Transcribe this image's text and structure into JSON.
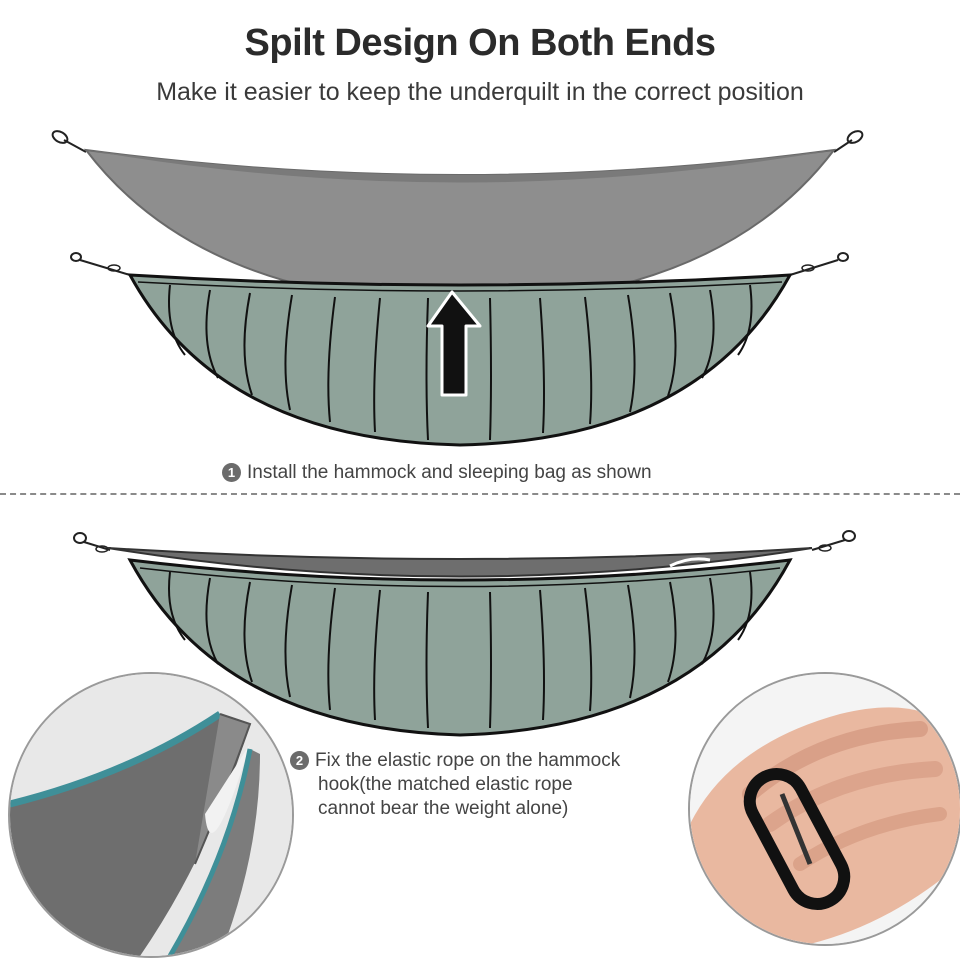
{
  "header": {
    "title": "Spilt Design On Both Ends",
    "subtitle": "Make it easier to keep the underquilt in the correct position"
  },
  "steps": [
    {
      "number": "1",
      "text": "Install the hammock and sleeping bag as shown"
    },
    {
      "number": "2",
      "lines": [
        "Fix the elastic rope on the hammock",
        "hook(the matched elastic rope",
        "cannot bear the weight alone)"
      ]
    }
  ],
  "colors": {
    "hammock_gray": "#8e8e8e",
    "underquilt_green": "#8fa39a",
    "outline": "#1a1a1a",
    "teal_trim": "#3f8f98"
  },
  "icons": {
    "up_arrow": "arrow-up-icon",
    "carabiner": "carabiner-icon"
  }
}
